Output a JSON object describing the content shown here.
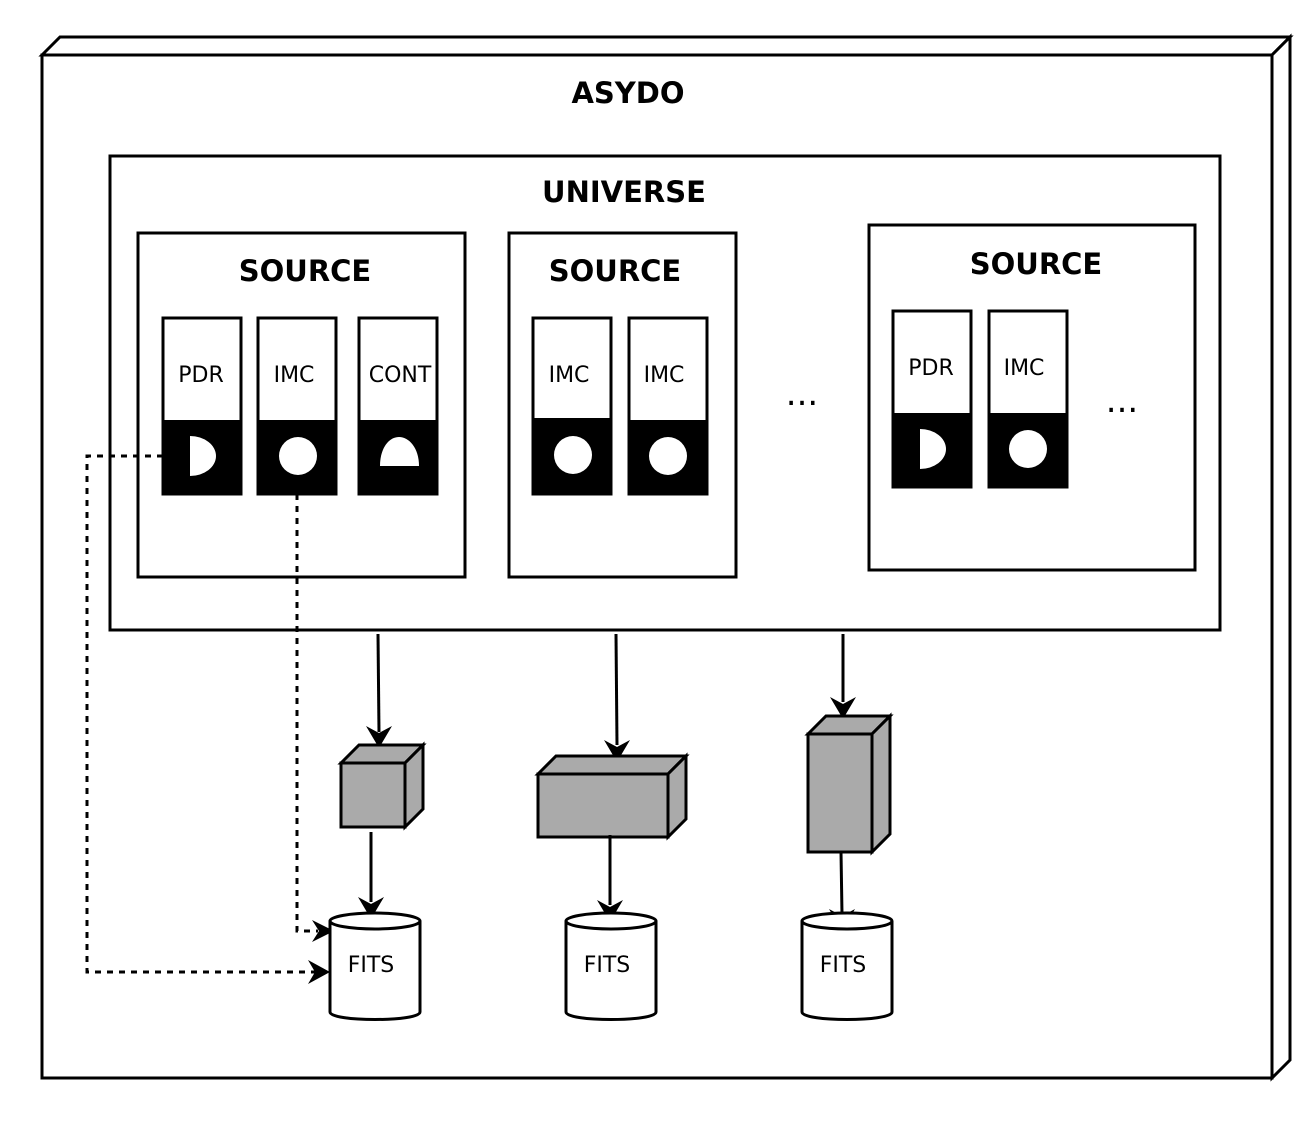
{
  "diagram": {
    "outer": {
      "title": "ASYDO"
    },
    "universe": {
      "title": "UNIVERSE"
    },
    "sources": [
      {
        "title": "SOURCE",
        "instruments": [
          "PDR",
          "IMC",
          "CONT"
        ]
      },
      {
        "title": "SOURCE",
        "instruments": [
          "IMC",
          "IMC"
        ],
        "ellipsis": "..."
      },
      {
        "title": "SOURCE",
        "instruments": [
          "PDR",
          "IMC"
        ],
        "ellipsis": "..."
      }
    ],
    "outputs": [
      {
        "label": "FITS"
      },
      {
        "label": "FITS"
      },
      {
        "label": "FITS"
      }
    ]
  }
}
